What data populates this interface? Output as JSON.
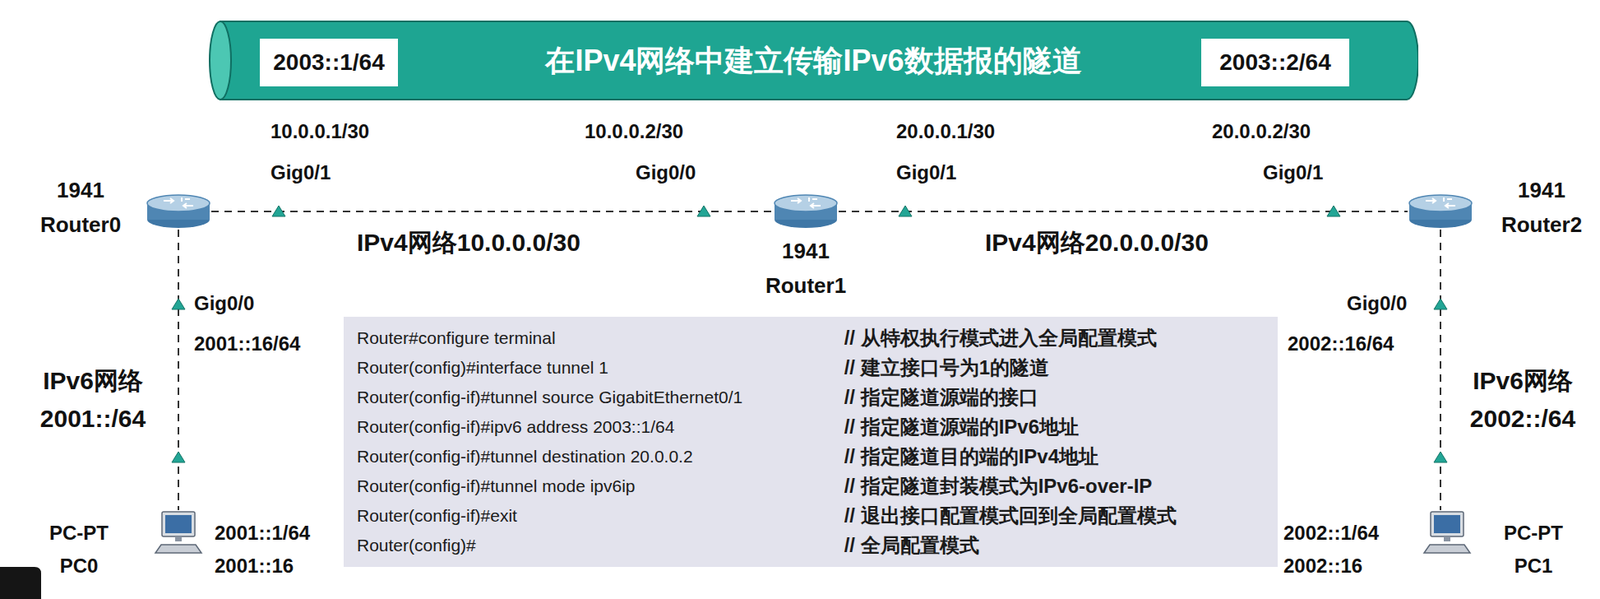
{
  "diagram": {
    "nodes": [
      {
        "text": [
          "在IPv4网络中建立传输IPv6数据报的隧道"
        ]
      },
      {
        "text": [
          "2003::1/64"
        ],
        "in": 0
      },
      {
        "text": [
          "2003::2/64"
        ],
        "in": 0
      },
      {
        "text": [
          "1941 Router0"
        ]
      },
      {
        "text": [
          "1941 Router1"
        ]
      },
      {
        "text": [
          "1941 Router2"
        ]
      },
      {
        "text": [
          "PC-PT PC0"
        ]
      },
      {
        "text": [
          "PC-PT PC1"
        ]
      },
      {
        "text": [
          "Router#configure terminal",
          "// 从特权执行模式进入全局配置模式",
          "Router(config)#interface tunnel 1",
          "// 建立接口号为1的隧道",
          "Router(config-if)#tunnel source GigabitEthernet0/1",
          "// 指定隧道源端的接口",
          "Router(config-if)#ipv6 address 2003::1/64",
          "// 指定隧道源端的IPv6地址",
          "Router(config-if)#tunnel destination 20.0.0.2",
          "// 指定隧道目的端的IPv4地址",
          "Router(config-if)#tunnel mode ipv6ip",
          "// 指定隧道封装模式为IPv6-over-IP",
          "Router(config-if)#exit",
          "// 退出接口配置模式回到全局配置模式",
          "Router(config)#",
          "// 全局配置模式"
        ]
      }
    ],
    "edges": [
      {
        "from": 3,
        "to": 4,
        "arrow": "none"
      },
      {
        "from": 4,
        "to": 5,
        "arrow": "none"
      },
      {
        "from": 3,
        "to": 6,
        "arrow": "none"
      },
      {
        "from": 5,
        "to": 7,
        "arrow": "none"
      }
    ],
    "labels": [
      "10.0.0.1/30",
      "Gig0/1",
      "10.0.0.2/30",
      "Gig0/0",
      "20.0.0.1/30",
      "Gig0/1",
      "20.0.0.2/30",
      "Gig0/1",
      "IPv4网络10.0.0.0/30",
      "IPv4网络20.0.0.0/30",
      "Gig0/0",
      "2001::16/64",
      "IPv6网络 2001::/64",
      "Gig0/0",
      "2002::16/64",
      "IPv6网络 2002::/64",
      "2001::1/64",
      "2001::16",
      "2002::1/64",
      "2002::16"
    ]
  }
}
